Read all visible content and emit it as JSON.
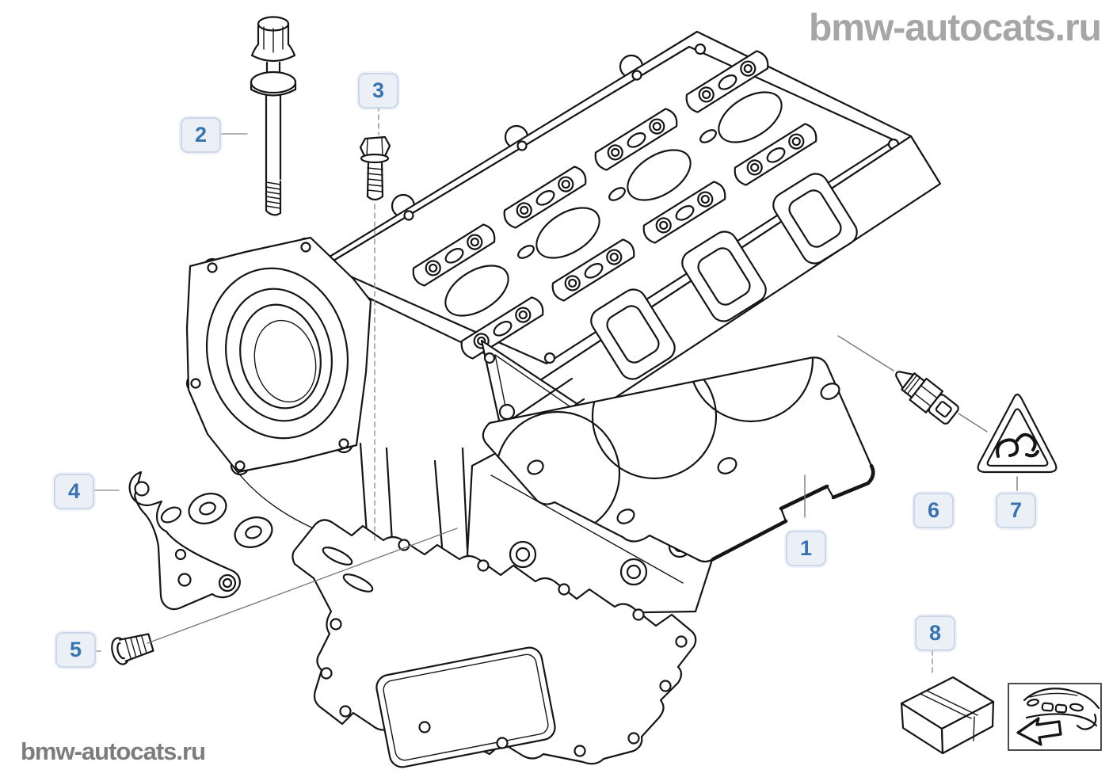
{
  "watermarks": {
    "top_right": "bmw-autocats.ru",
    "bottom_left": "bmw-autocats.ru"
  },
  "callouts": [
    {
      "number": "1"
    },
    {
      "number": "2"
    },
    {
      "number": "3"
    },
    {
      "number": "4"
    },
    {
      "number": "5"
    },
    {
      "number": "6"
    },
    {
      "number": "7"
    },
    {
      "number": "8"
    }
  ],
  "icons": {
    "warning_triangle": "asbestos-warning-triangle-icon",
    "sealant_package": "sealant-package-box-icon",
    "car_direction": "car-front-direction-icon"
  },
  "colors": {
    "callout_text": "#3a73ae",
    "callout_background": "#ebf0f7",
    "callout_border": "#ccd8ea",
    "line_art": "#151515",
    "watermark_top": "#a6a6a6",
    "watermark_bottom": "#7c7c7c"
  }
}
